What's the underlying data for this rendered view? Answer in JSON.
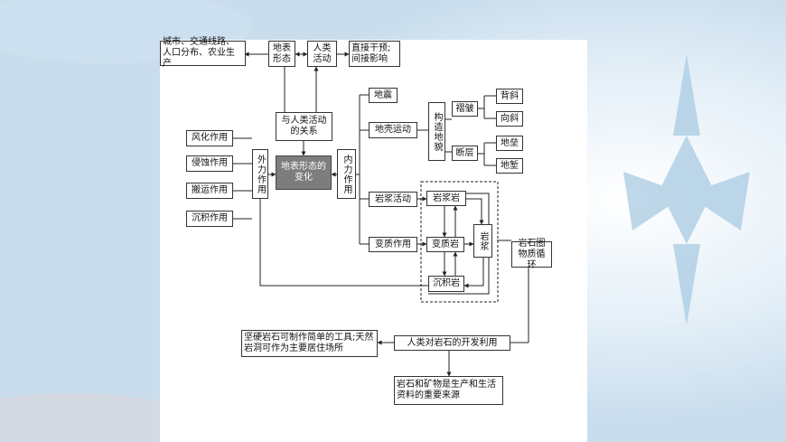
{
  "background": {
    "colors": [
      "#dce9f3",
      "#ffffff",
      "#bcd7ea"
    ]
  },
  "diagram": {
    "top_left": "城市、交通线路、人口分布、农业生产",
    "landform": "地表形态",
    "human_activity": "人类活动",
    "direct_indirect": "直接干预;间接影响",
    "relation": "与人类活动的关系",
    "core": "地表形态的变化",
    "external_force": "外力作用",
    "internal_force": "内力作用",
    "external_items": [
      "风化作用",
      "侵蚀作用",
      "搬运作用",
      "沉积作用"
    ],
    "earthquake": "地震",
    "crustal_movement": "地壳运动",
    "tectonic_landform": "构造地貌",
    "fold": "褶皱",
    "fault": "断层",
    "anticline": "背斜",
    "syncline": "向斜",
    "horst": "地垒",
    "graben": "地堑",
    "magma_activity": "岩浆活动",
    "metamorphism": "变质作用",
    "igneous_rock": "岩浆岩",
    "metamorphic_rock": "变质岩",
    "sedimentary_rock": "沉积岩",
    "magma": "岩浆",
    "rock_cycle": "岩石圈物质循环",
    "rock_use": "人类对岩石的开发利用",
    "tools": "坚硬岩石可制作简单的工具;天然岩洞可作为主要居住场所",
    "resources": "岩石和矿物是生产和生活资料的重要来源"
  }
}
